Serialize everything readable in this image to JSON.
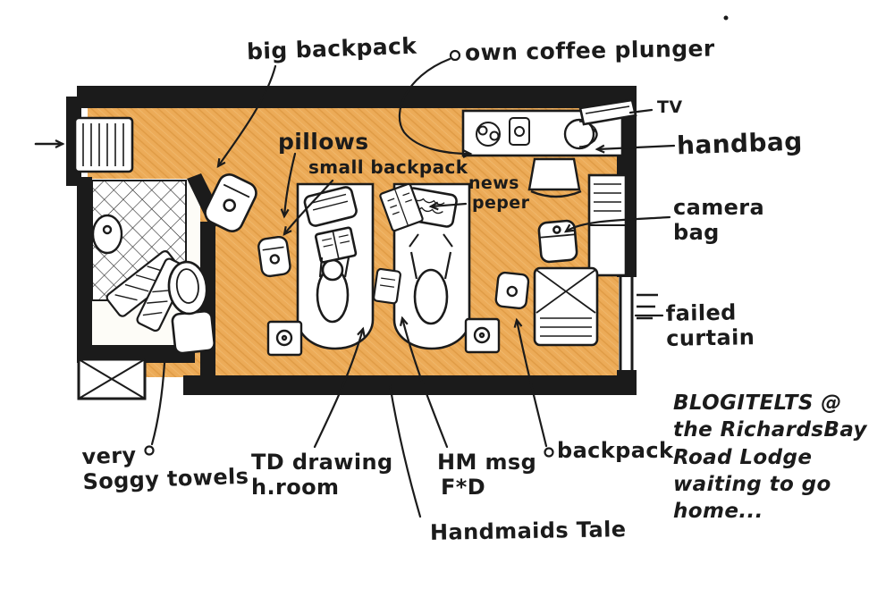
{
  "colors": {
    "ink": "#1b1b1b",
    "floor": "#ecab58",
    "tile_line": "#2a2a2a"
  },
  "labels": {
    "big_backpack": "big backpack",
    "own_coffee_plunger": "own coffee plunger",
    "tv": "TV",
    "handbag": "handbag",
    "pillows": "pillows",
    "small_backpack": "small backpack",
    "newspaper": [
      "news",
      "peper"
    ],
    "camera_bag": [
      "camera",
      "bag"
    ],
    "failed_curtain": [
      "failed",
      "curtain"
    ],
    "soggy_towels": [
      "very",
      "Soggy towels"
    ],
    "td_drawing": [
      "TD drawing",
      "h.room"
    ],
    "hm_msg": [
      "HM msg",
      "F*D"
    ],
    "handmaids_tale": "Handmaids Tale",
    "backpack": "backpack",
    "caption": [
      "BLOGITELTS @",
      "the RichardsBay",
      "Road Lodge",
      "waiting to go",
      "home..."
    ]
  }
}
